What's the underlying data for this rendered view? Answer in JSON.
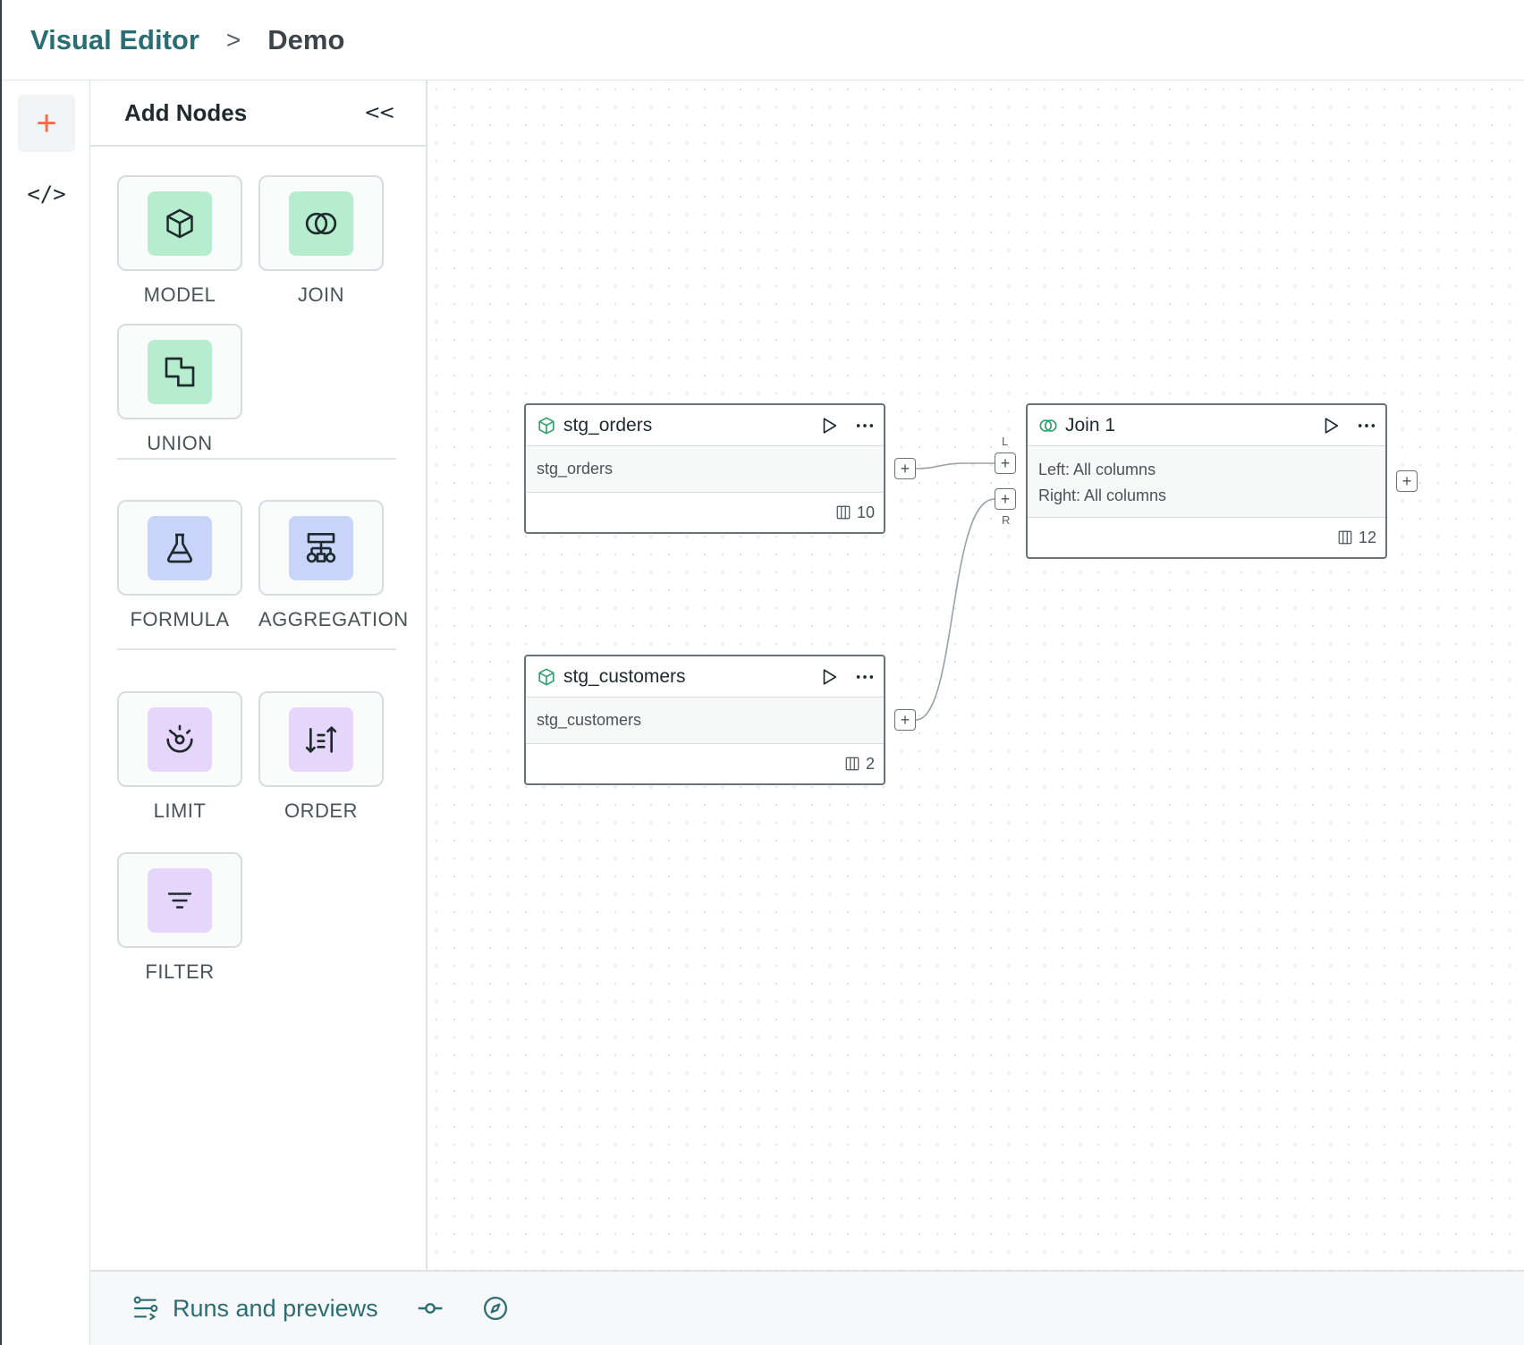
{
  "breadcrumb": {
    "root": "Visual Editor",
    "separator": ">",
    "current": "Demo"
  },
  "rail": {
    "add_icon": "plus-icon",
    "code_icon": "code-icon",
    "add_glyph": "+",
    "code_glyph": "</>",
    "accent_color": "#ff694a"
  },
  "panel": {
    "title": "Add Nodes",
    "collapse_label": "<<",
    "tiles": [
      {
        "label": "MODEL",
        "icon": "cube-icon",
        "color": "#b7edcf"
      },
      {
        "label": "JOIN",
        "icon": "join-icon",
        "color": "#b7edcf"
      },
      {
        "label": "UNION",
        "icon": "union-icon",
        "color": "#b7edcf"
      },
      {
        "label": "FORMULA",
        "icon": "flask-icon",
        "color": "#c9d4fb"
      },
      {
        "label": "AGGREGATION",
        "icon": "aggregation-icon",
        "color": "#c9d4fb"
      },
      {
        "label": "LIMIT",
        "icon": "limit-icon",
        "color": "#e6d6fb"
      },
      {
        "label": "ORDER",
        "icon": "order-icon",
        "color": "#e6d6fb"
      },
      {
        "label": "FILTER",
        "icon": "filter-icon",
        "color": "#e6d6fb"
      }
    ]
  },
  "canvas": {
    "nodes": [
      {
        "title": "stg_orders",
        "icon": "cube-icon",
        "body": [
          "stg_orders"
        ],
        "columns": "10"
      },
      {
        "title": "stg_customers",
        "icon": "cube-icon",
        "body": [
          "stg_customers"
        ],
        "columns": "2"
      },
      {
        "title": "Join 1",
        "icon": "join-icon",
        "body": [
          "Left: All columns",
          "Right: All columns"
        ],
        "columns": "12"
      }
    ],
    "port_glyph": "+",
    "join_ports": {
      "left_label": "L",
      "right_label": "R"
    }
  },
  "bottom": {
    "runs_label": "Runs and previews",
    "runs_icon": "runs-icon",
    "commit_icon": "commit-icon",
    "compass_icon": "compass-icon"
  }
}
